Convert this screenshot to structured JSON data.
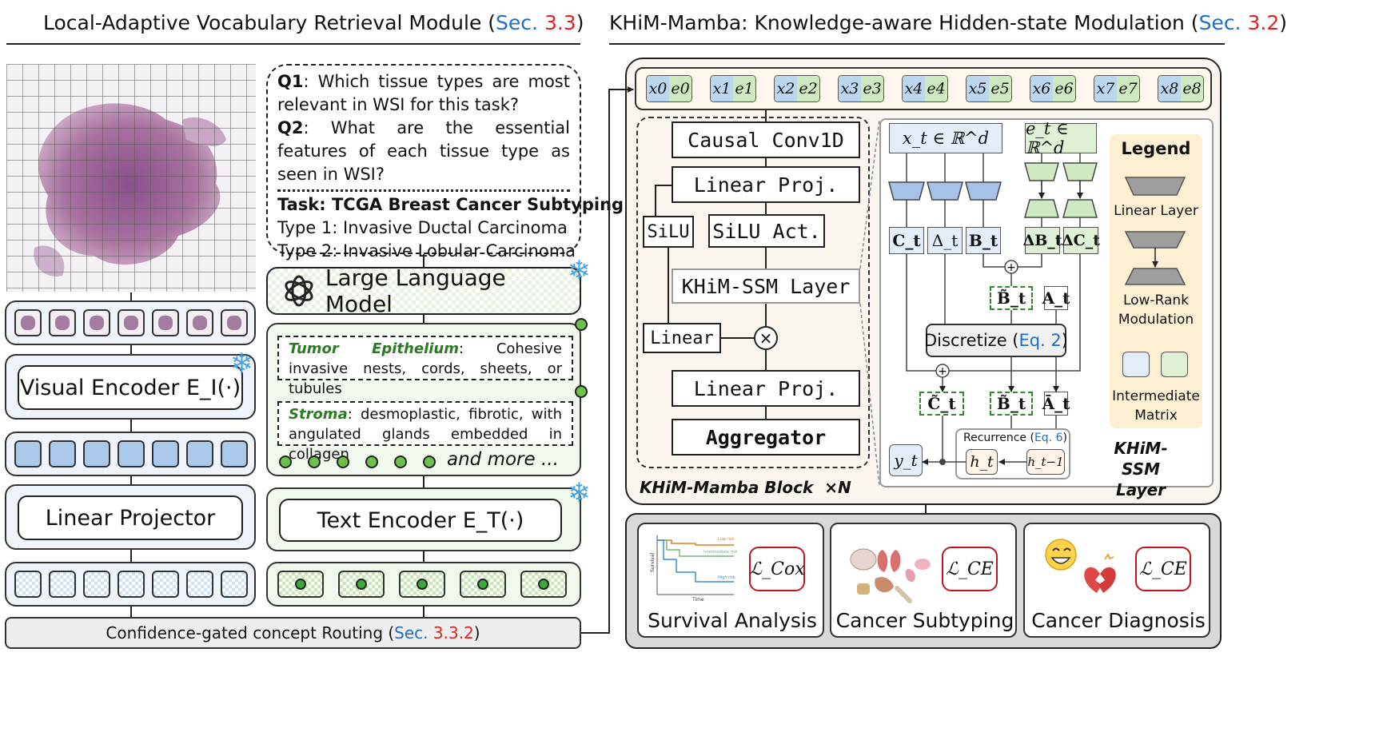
{
  "left_title": {
    "text": "Local-Adaptive Vocabulary Retrieval Module (",
    "sec": "Sec.",
    "num": "3.3",
    "close": ")"
  },
  "right_title": {
    "text": "KHiM-Mamba: Knowledge-aware Hidden-state Modulation (",
    "sec": "Sec.",
    "num": "3.2",
    "close": ")"
  },
  "prompt": {
    "q1_label": "Q1",
    "q1_text": ": Which tissue types are most relevant in WSI for this task?",
    "q2_label": "Q2",
    "q2_text": ": What are the essential features of each tissue type as seen in WSI?",
    "task": "Task: TCGA Breast Cancer Subtyping",
    "type1": "Type 1: Invasive Ductal Carcinoma",
    "type2": "Type 2: Invasive Lobular Carcinoma"
  },
  "llm_label": "Large Language Model",
  "concepts": [
    {
      "name": "Tumor Epithelium",
      "desc": ": Cohesive invasive nests, cords, sheets, or tubules"
    },
    {
      "name": "Stroma",
      "desc": ": desmoplastic, fibrotic, with angulated glands embedded in collagen"
    }
  ],
  "and_more": "and more ...",
  "visual_encoder": "Visual Encoder E_I(·)",
  "linear_projector": "Linear Projector",
  "text_encoder": "Text Encoder E_T(·)",
  "routing": {
    "text": "Confidence-gated concept Routing (",
    "sec": "Sec.",
    "num": "3.3.2",
    "close": ")"
  },
  "tokens": [
    "x0 e0",
    "x1 e1",
    "x2 e2",
    "x3 e3",
    "x4 e4",
    "x5 e5",
    "x6 e6",
    "x7 e7",
    "x8 e8"
  ],
  "mamba_block": {
    "causal_conv": "Causal Conv1D",
    "linear_proj_top": "Linear Proj.",
    "silu": "SiLU",
    "silu_act": "SiLU Act.",
    "ssm_layer": "KHiM-SSM Layer",
    "linear": "Linear",
    "linear_proj_bottom": "Linear Proj.",
    "aggregator": "Aggregator",
    "block_label": "KHiM-Mamba Block",
    "repeat": "×N"
  },
  "ssm": {
    "x_in": "x_t ∈ ℝ^d",
    "e_in": "e_t ∈ ℝ^d",
    "c": "C_t",
    "delta": "Δ_t",
    "b": "B_t",
    "db": "ΔB_t",
    "dc": "ΔC_t",
    "btilde": "B̃_t",
    "a": "A_t",
    "discretize": "Discretize (",
    "eq2": "Eq. 2",
    "ctilde": "C̃_t",
    "btilde_bar": "B̃_t",
    "abar": "Ā_t",
    "recurrence": "Recurrence (",
    "eq6": "Eq. 6",
    "y": "y_t",
    "h": "h_t",
    "hprev": "h_t−1",
    "layer_label": "KHiM-SSM Layer"
  },
  "legend": {
    "title": "Legend",
    "linear_layer": "Linear Layer",
    "low_rank": "Low-Rank Modulation",
    "intermediate": "Intermediate Matrix"
  },
  "tasks": [
    {
      "label": "Survival Analysis",
      "loss": "ℒ_Cox"
    },
    {
      "label": "Cancer Subtyping",
      "loss": "ℒ_CE"
    },
    {
      "label": "Cancer Diagnosis",
      "loss": "ℒ_CE"
    }
  ],
  "km_plot": {
    "low": "Low risk",
    "mid": "Intermediate risk",
    "high": "High risk",
    "xlabel": "Time",
    "ylabel": "Survival"
  },
  "colors": {
    "blue_accent": "#1f6fc6",
    "red_accent": "#e0231f",
    "green_fill": "#c6e6b6",
    "blue_fill": "#a9c8ea"
  }
}
